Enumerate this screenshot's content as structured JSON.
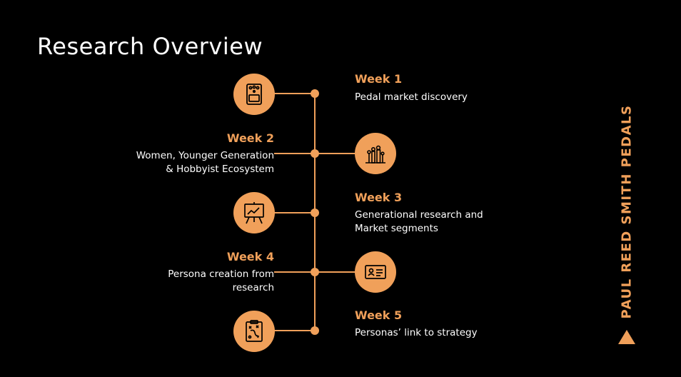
{
  "title": "Research Overview",
  "accent_color": "#f0a05a",
  "steps": [
    {
      "week": "Week 1",
      "lines": [
        "Pedal market discovery"
      ],
      "icon": "guitar-pedal-icon"
    },
    {
      "week": "Week 2",
      "lines": [
        "Women, Younger Generation",
        "& Hobbyist Ecosystem"
      ],
      "icon": "family-group-icon"
    },
    {
      "week": "Week 3",
      "lines": [
        "Generational research and",
        "Market segments"
      ],
      "icon": "presentation-chart-icon"
    },
    {
      "week": "Week 4",
      "lines": [
        "Persona creation from",
        "research"
      ],
      "icon": "id-card-icon"
    },
    {
      "week": "Week 5",
      "lines": [
        "Personas’ link to strategy"
      ],
      "icon": "strategy-clipboard-icon"
    }
  ],
  "brand": "PAUL REED SMITH PEDALS"
}
